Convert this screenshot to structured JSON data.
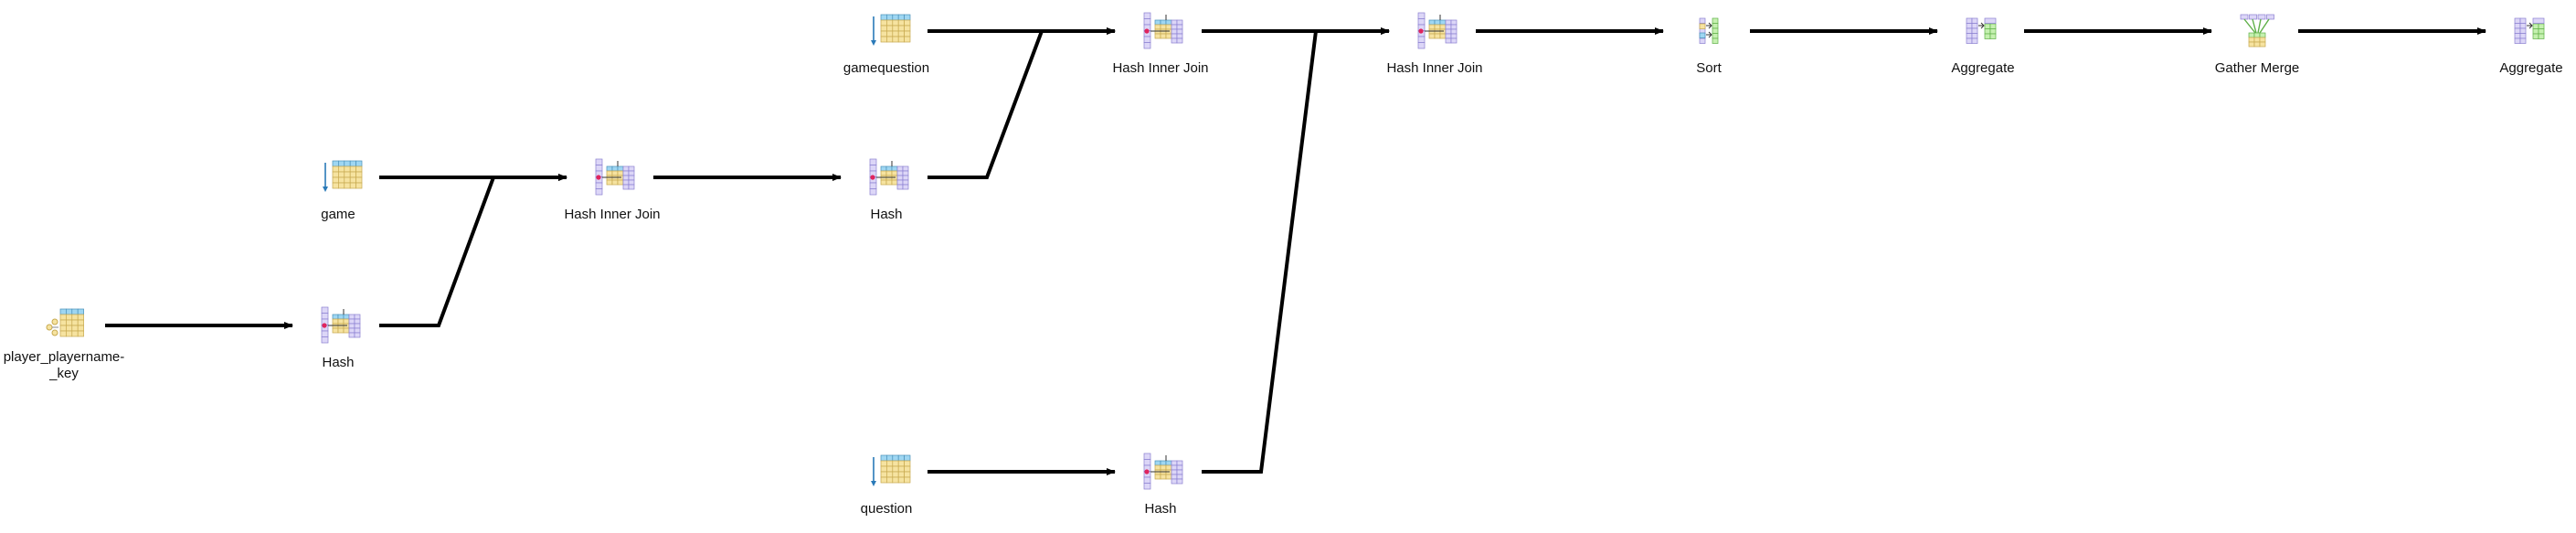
{
  "diagram": {
    "type": "query-plan",
    "nodes": [
      {
        "id": "n1",
        "label": "player_playername-",
        "label2": "_key",
        "icon": "index-scan-icon"
      },
      {
        "id": "n2",
        "label": "Hash",
        "icon": "hash-icon"
      },
      {
        "id": "n3",
        "label": "game",
        "icon": "seq-scan-icon"
      },
      {
        "id": "n4",
        "label": "Hash Inner Join",
        "icon": "hash-join-icon"
      },
      {
        "id": "n5",
        "label": "Hash",
        "icon": "hash-icon"
      },
      {
        "id": "n6",
        "label": "gamequestion",
        "icon": "seq-scan-icon"
      },
      {
        "id": "n7",
        "label": "Hash Inner Join",
        "icon": "hash-join-icon"
      },
      {
        "id": "n8",
        "label": "question",
        "icon": "seq-scan-icon"
      },
      {
        "id": "n9",
        "label": "Hash",
        "icon": "hash-icon"
      },
      {
        "id": "n10",
        "label": "Hash Inner Join",
        "icon": "hash-join-icon"
      },
      {
        "id": "n11",
        "label": "Sort",
        "icon": "sort-icon"
      },
      {
        "id": "n12",
        "label": "Aggregate",
        "icon": "aggregate-icon"
      },
      {
        "id": "n13",
        "label": "Gather Merge",
        "icon": "gather-merge-icon"
      },
      {
        "id": "n14",
        "label": "Aggregate",
        "icon": "aggregate-icon"
      }
    ],
    "edges": [
      {
        "from": "n1",
        "to": "n2"
      },
      {
        "from": "n2",
        "to": "n4"
      },
      {
        "from": "n3",
        "to": "n4"
      },
      {
        "from": "n4",
        "to": "n5"
      },
      {
        "from": "n5",
        "to": "n7"
      },
      {
        "from": "n6",
        "to": "n7"
      },
      {
        "from": "n8",
        "to": "n9"
      },
      {
        "from": "n9",
        "to": "n10"
      },
      {
        "from": "n7",
        "to": "n10"
      },
      {
        "from": "n10",
        "to": "n11"
      },
      {
        "from": "n11",
        "to": "n12"
      },
      {
        "from": "n12",
        "to": "n13"
      },
      {
        "from": "n13",
        "to": "n14"
      }
    ]
  }
}
